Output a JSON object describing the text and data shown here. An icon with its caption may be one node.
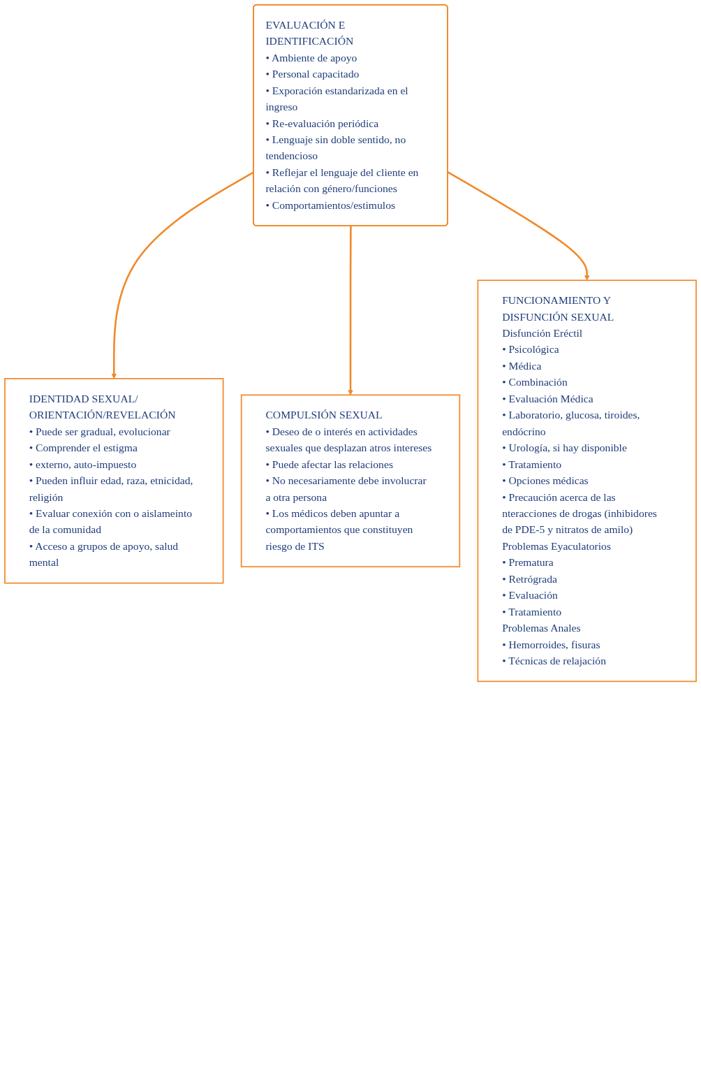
{
  "diagram": {
    "nodes": [
      {
        "text": [
          "IDENTIDAD SEXUAL/ ORIENTACIÓN/REVELACIÓN",
          "• Puede ser gradual, evolucionar",
          "• Comprender el estigma",
          "• externo, auto-impuesto",
          "• Pueden influir edad, raza, etnicidad, religión",
          "• Evaluar conexión con o aislameinto de la comunidad",
          "• Acceso a grupos de apoyo, salud mental"
        ]
      },
      {
        "text": [
          "COMPULSIÓN SEXUAL",
          "• Deseo de o interés en actividades sexuales que desplazan atros intereses",
          "• Puede afectar las relaciones",
          "• No necesariamente debe involucrar a otra persona",
          "• Los médicos deben apuntar a comportamientos que constituyen riesgo de ITS"
        ]
      },
      {
        "text": [
          "EVALUACIÓN E IDENTIFICACIÓN",
          "• Ambiente de apoyo",
          "• Personal capacitado",
          "• Exporación estandarizada en el ingreso",
          "• Re-evaluación periódica",
          "• Lenguaje sin doble sentido, no tendencioso",
          "• Reflejar el lenguaje del cliente en relación con género/funciones",
          "• Comportamientos/estimulos"
        ]
      },
      {
        "text": [
          "FUNCIONAMIENTO Y DISFUNCIÓN SEXUAL",
          "Disfunción Eréctil",
          "• Psicológica",
          "• Médica",
          "• Combinación",
          "• Evaluación Médica",
          "• Laboratorio, glucosa, tiroides, endócrino",
          "• Urología, si hay disponible",
          "• Tratamiento",
          "• Opciones médicas",
          "• Precaución acerca de las nteracciones de drogas (inhibidores de PDE-5 y nitratos de amilo)",
          "Problemas Eyaculatorios",
          "• Prematura",
          "• Retrógrada",
          "• Evaluación",
          "• Tratamiento",
          "Problemas Anales",
          "• Hemorroides, fisuras",
          "• Técnicas de relajación"
        ]
      }
    ],
    "edges": [
      {
        "from": 2,
        "to": 0,
        "arrow": "to"
      },
      {
        "from": 2,
        "to": 1,
        "arrow": "to"
      },
      {
        "from": 2,
        "to": 3,
        "arrow": "to"
      }
    ]
  }
}
